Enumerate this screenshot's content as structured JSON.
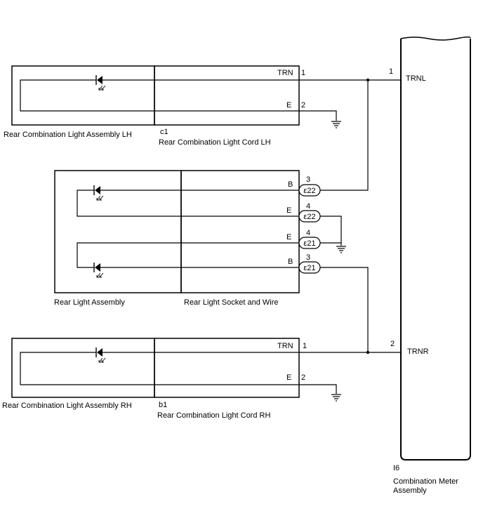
{
  "meter": {
    "code": "I6",
    "name_line1": "Combination Meter",
    "name_line2": "Assembly",
    "pin1_num": "1",
    "pin1_name": "TRNL",
    "pin2_num": "2",
    "pin2_name": "TRNR"
  },
  "lh": {
    "assembly_label": "Rear Combination Light Assembly LH",
    "cord_code": "c1",
    "cord_label": "Rear Combination Light Cord LH",
    "trn_label": "TRN",
    "trn_pin": "1",
    "e_label": "E",
    "e_pin": "2"
  },
  "rear": {
    "assembly_label": "Rear Light Assembly",
    "socket_label": "Rear Light Socket and Wire",
    "pins": [
      {
        "signal": "B",
        "num": "3",
        "conn": "ε22"
      },
      {
        "signal": "E",
        "num": "4",
        "conn": "ε22"
      },
      {
        "signal": "E",
        "num": "4",
        "conn": "ε21"
      },
      {
        "signal": "B",
        "num": "3",
        "conn": "ε21"
      }
    ]
  },
  "rh": {
    "assembly_label": "Rear Combination Light Assembly RH",
    "cord_code": "b1",
    "cord_label": "Rear Combination Light Cord RH",
    "trn_label": "TRN",
    "trn_pin": "1",
    "e_label": "E",
    "e_pin": "2"
  }
}
